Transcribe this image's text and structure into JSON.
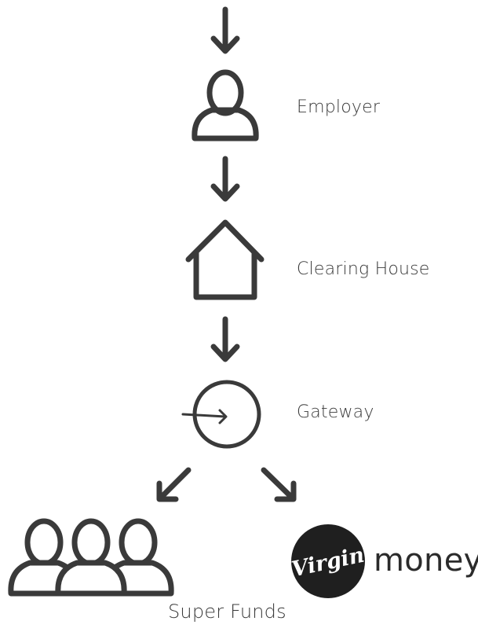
{
  "nodes": {
    "employer": "Employer",
    "clearing_house": "Clearing House",
    "gateway": "Gateway",
    "super_funds": "Super Funds"
  },
  "brand": {
    "logo_script": "Virgin",
    "logo_word": "money"
  },
  "icons": [
    "arrow-down-icon",
    "person-icon",
    "house-icon",
    "gateway-circle-icon",
    "group-people-icon",
    "virgin-money-logo"
  ],
  "colors": {
    "stroke": "#3a3a3a",
    "logo_bg": "#1f1f1f"
  }
}
